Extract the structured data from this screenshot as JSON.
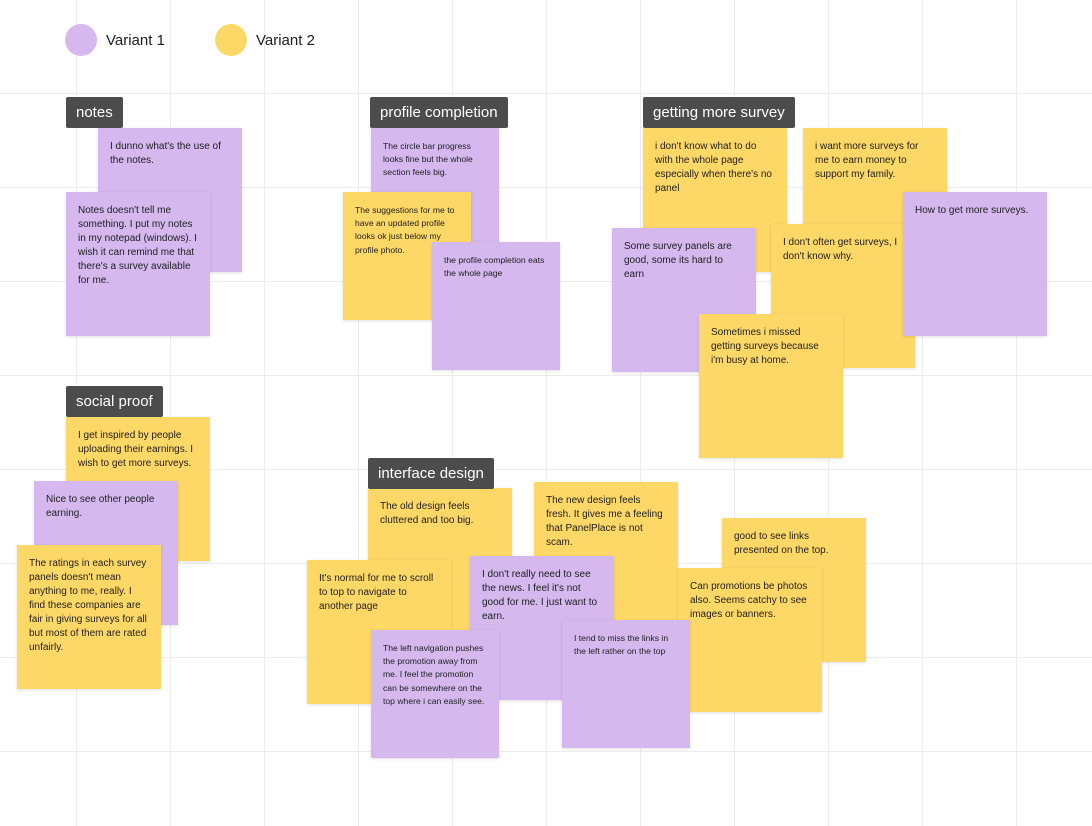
{
  "colors": {
    "variant1": "#d4b8ee",
    "variant2": "#fdd867",
    "tag_bg": "#4c4c4c"
  },
  "legend": [
    {
      "label": "Variant 1",
      "color": "#d4b8ee"
    },
    {
      "label": "Variant 2",
      "color": "#fdd867"
    }
  ],
  "groups": {
    "notes": "notes",
    "profile_completion": "profile completion",
    "getting_more_survey": "getting more survey",
    "social_proof": "social proof",
    "interface_design": "interface design"
  },
  "notes": {
    "n1": "I dunno what's the use of the notes.",
    "n2": "Notes doesn't tell me something. I put my notes in my notepad (windows). I wish it can remind me that there's a survey available for me.",
    "p1": "The circle bar progress looks fine but the whole section feels big.",
    "p2": "The suggestions for me to have an updated profile looks ok just below my profile photo.",
    "p3": "the profile completion eats the whole page",
    "g1": "i don't know what to do with the whole page especially when there's no panel",
    "g2": "i want more surveys for me to earn money to support my family.",
    "g3": "How to get more surveys.",
    "g4": "Some survey panels are good, some its hard to earn",
    "g5": "I don't often get surveys, I don't know why.",
    "g6": "Sometimes i missed getting surveys because i'm busy at home.",
    "s1": "I get inspired by people uploading their earnings. I wish to get more surveys.",
    "s2": "Nice to see other people earning.",
    "s3": "The ratings in each survey panels doesn't mean anything to me, really. I find these companies are fair in giving surveys for all but most of them are rated unfairly.",
    "i1": "The old design feels cluttered and too big.",
    "i2": "The new design feels fresh. It gives me a feeling that PanelPlace is not scam.",
    "i3": "good to see links presented on the top.",
    "i4": "It's normal for me to scroll to top to navigate to another page",
    "i5": "I don't really need to see the news. I feel it's not good for me. I just want to earn.",
    "i6": "Can promotions be photos also. Seems catchy to see images or banners.",
    "i7": "The left navigation pushes the promotion away from me. I feel the promotion can be somewhere on the top where i can easily see.",
    "i8": "I tend to miss the links in the left rather on the top"
  }
}
